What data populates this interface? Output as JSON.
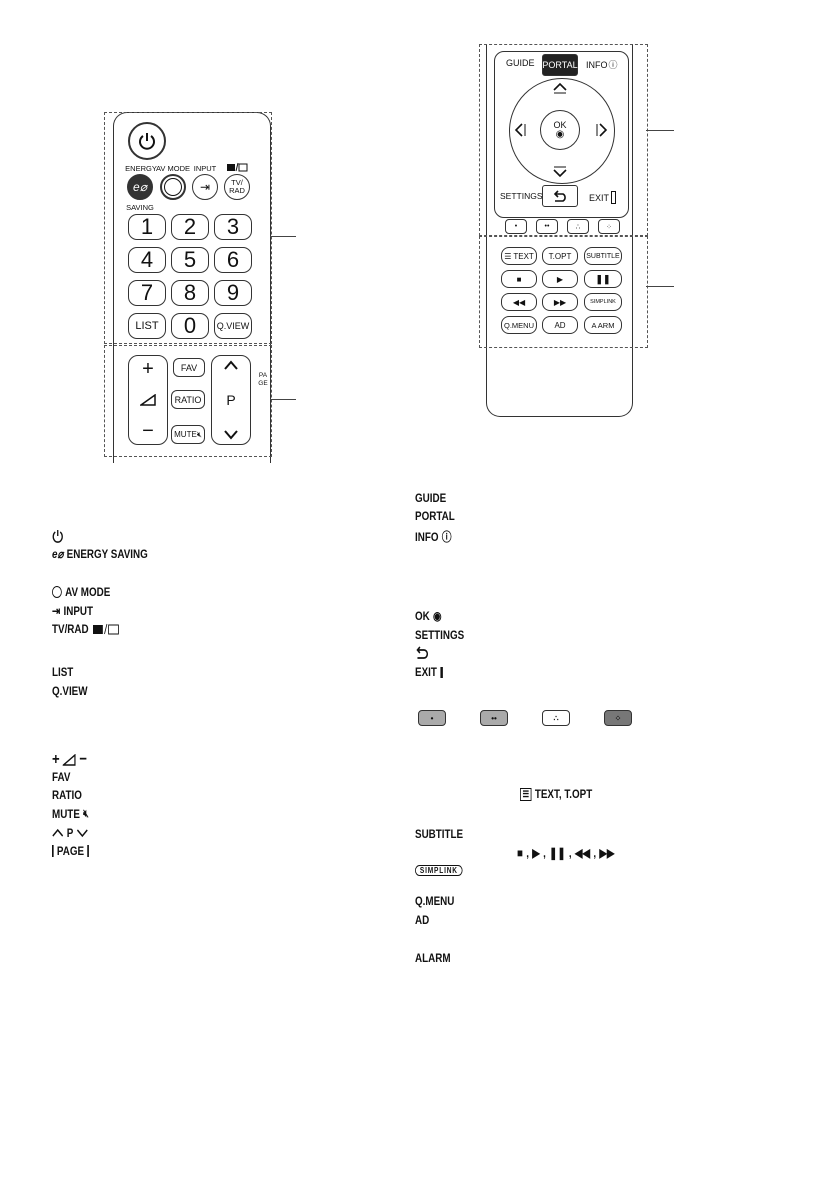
{
  "remote_a": {
    "energy_label": "ENERGY",
    "saving_label": "SAVING",
    "av_mode_label": "AV MODE",
    "input_label": "INPUT",
    "tv_rad_top_label": "TV/",
    "tv_rad_bottom_label": "RAD",
    "keys": [
      "1",
      "2",
      "3",
      "4",
      "5",
      "6",
      "7",
      "8",
      "9",
      "LIST",
      "0",
      "Q.VIEW"
    ],
    "fav": "FAV",
    "ratio": "RATIO",
    "mute": "MUTE",
    "plus": "+",
    "minus": "−",
    "p": "P",
    "page": "PAGE"
  },
  "remote_b": {
    "guide": "GUIDE",
    "portal": "PORTAL",
    "info": "INFO",
    "ok": "OK",
    "settings": "SETTINGS",
    "exit": "EXIT",
    "text": "TEXT",
    "topt": "T.OPT",
    "subtitle": "SUBTITLE",
    "simplink": "SIMPLINK",
    "qmenu": "Q.MENU",
    "ad": "AD",
    "alarm": "A ARM"
  },
  "legend_left": {
    "energy_saving": "ENERGY SAVING",
    "av_mode": "AV MODE",
    "input": "INPUT",
    "tv_rad": "TV/RAD",
    "list": "LIST",
    "qview": "Q.VIEW",
    "fav": "FAV",
    "ratio": "RATIO",
    "mute": "MUTE",
    "p": "P",
    "page": "PAGE"
  },
  "legend_right": {
    "guide": "GUIDE",
    "portal": "PORTAL",
    "info": "INFO",
    "ok": "OK",
    "settings": "SETTINGS",
    "exit": "EXIT",
    "text_topt": "TEXT, T.OPT",
    "subtitle": "SUBTITLE",
    "qmenu": "Q.MENU",
    "ad": "AD",
    "alarm": "ALARM"
  },
  "icons": [
    "power-icon",
    "energy-saving-icon",
    "av-mode-icon",
    "input-icon",
    "tv-icon",
    "radio-icon",
    "volume-icon",
    "mute-icon",
    "back-icon",
    "exit-icon",
    "info-icon",
    "ok-icon",
    "text-icon",
    "stop-icon",
    "play-icon",
    "pause-icon",
    "rewind-icon",
    "fast-forward-icon",
    "simplink-icon",
    "up-arrow-icon",
    "down-arrow-icon",
    "left-arrow-icon",
    "right-arrow-icon"
  ]
}
